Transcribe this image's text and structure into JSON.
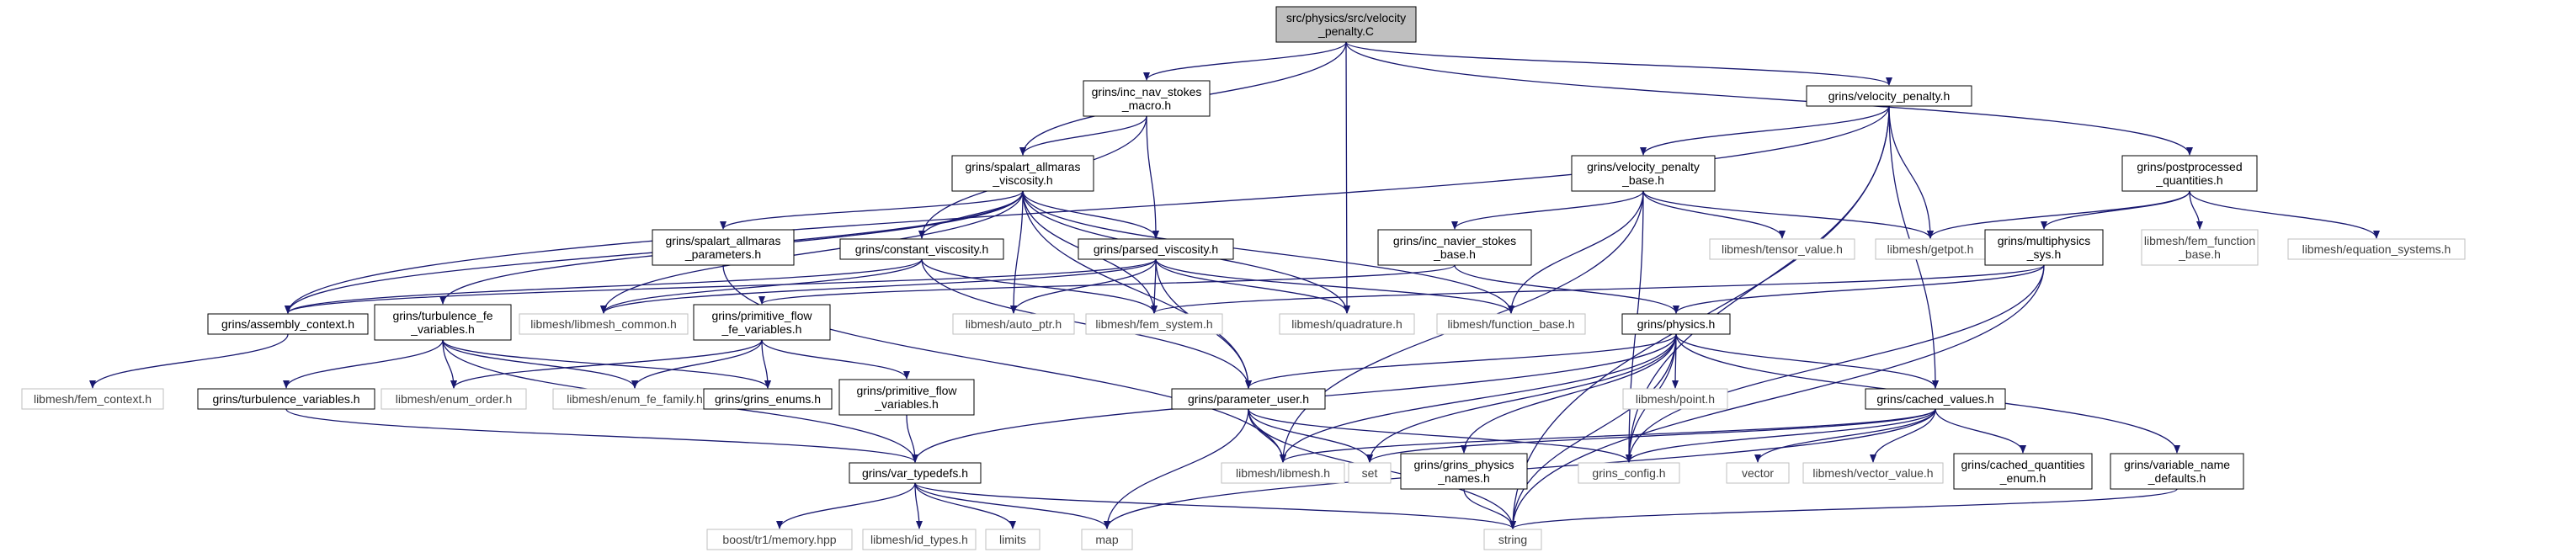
{
  "colors": {
    "edge": "#191970",
    "box_border": "#000000",
    "box_border_external": "#bfbfbf",
    "root_fill": "#bfbfbf",
    "box_fill": "#ffffff",
    "text_local": "#000000",
    "text_external": "#404040"
  },
  "nodes": [
    {
      "id": "root",
      "lines": [
        "src/physics/src/velocity",
        "_penalty.C"
      ],
      "kind": "root"
    },
    {
      "id": "inc_nav_macro",
      "lines": [
        "grins/inc_nav_stokes",
        "_macro.h"
      ],
      "kind": "local"
    },
    {
      "id": "velocity_penalty_h",
      "lines": [
        "grins/velocity_penalty.h"
      ],
      "kind": "local"
    },
    {
      "id": "postprocessed",
      "lines": [
        "grins/postprocessed",
        "_quantities.h"
      ],
      "kind": "local"
    },
    {
      "id": "spalart_visc",
      "lines": [
        "grins/spalart_allmaras",
        "_viscosity.h"
      ],
      "kind": "local"
    },
    {
      "id": "vp_base",
      "lines": [
        "grins/velocity_penalty",
        "_base.h"
      ],
      "kind": "local"
    },
    {
      "id": "spalart_params",
      "lines": [
        "grins/spalart_allmaras",
        "_parameters.h"
      ],
      "kind": "local"
    },
    {
      "id": "constant_visc",
      "lines": [
        "grins/constant_viscosity.h"
      ],
      "kind": "local"
    },
    {
      "id": "parsed_visc",
      "lines": [
        "grins/parsed_viscosity.h"
      ],
      "kind": "local"
    },
    {
      "id": "inc_ns_base",
      "lines": [
        "grins/inc_navier_stokes",
        "_base.h"
      ],
      "kind": "local"
    },
    {
      "id": "tensor_value",
      "lines": [
        "libmesh/tensor_value.h"
      ],
      "kind": "external"
    },
    {
      "id": "getpot",
      "lines": [
        "libmesh/getpot.h"
      ],
      "kind": "external"
    },
    {
      "id": "multiphysics",
      "lines": [
        "grins/multiphysics",
        "_sys.h"
      ],
      "kind": "local"
    },
    {
      "id": "fem_function",
      "lines": [
        "libmesh/fem_function",
        "_base.h"
      ],
      "kind": "external"
    },
    {
      "id": "equation_systems",
      "lines": [
        "libmesh/equation_systems.h"
      ],
      "kind": "external"
    },
    {
      "id": "assembly",
      "lines": [
        "grins/assembly_context.h"
      ],
      "kind": "local"
    },
    {
      "id": "turb_fe",
      "lines": [
        "grins/turbulence_fe",
        "_variables.h"
      ],
      "kind": "local"
    },
    {
      "id": "libmesh_common",
      "lines": [
        "libmesh/libmesh_common.h"
      ],
      "kind": "external"
    },
    {
      "id": "prim_fe",
      "lines": [
        "grins/primitive_flow",
        "_fe_variables.h"
      ],
      "kind": "local"
    },
    {
      "id": "auto_ptr",
      "lines": [
        "libmesh/auto_ptr.h"
      ],
      "kind": "external"
    },
    {
      "id": "fem_system",
      "lines": [
        "libmesh/fem_system.h"
      ],
      "kind": "external"
    },
    {
      "id": "quadrature",
      "lines": [
        "libmesh/quadrature.h"
      ],
      "kind": "external"
    },
    {
      "id": "function_base",
      "lines": [
        "libmesh/function_base.h"
      ],
      "kind": "external"
    },
    {
      "id": "physics",
      "lines": [
        "grins/physics.h"
      ],
      "kind": "local"
    },
    {
      "id": "fem_context",
      "lines": [
        "libmesh/fem_context.h"
      ],
      "kind": "external"
    },
    {
      "id": "turb_vars",
      "lines": [
        "grins/turbulence_variables.h"
      ],
      "kind": "local"
    },
    {
      "id": "enum_order",
      "lines": [
        "libmesh/enum_order.h"
      ],
      "kind": "external"
    },
    {
      "id": "enum_fe_family",
      "lines": [
        "libmesh/enum_fe_family.h"
      ],
      "kind": "external"
    },
    {
      "id": "grins_enums",
      "lines": [
        "grins/grins_enums.h"
      ],
      "kind": "local"
    },
    {
      "id": "prim_vars",
      "lines": [
        "grins/primitive_flow",
        "_variables.h"
      ],
      "kind": "local"
    },
    {
      "id": "param_user",
      "lines": [
        "grins/parameter_user.h"
      ],
      "kind": "local"
    },
    {
      "id": "point",
      "lines": [
        "libmesh/point.h"
      ],
      "kind": "external"
    },
    {
      "id": "cached_values",
      "lines": [
        "grins/cached_values.h"
      ],
      "kind": "local"
    },
    {
      "id": "var_typedefs",
      "lines": [
        "grins/var_typedefs.h"
      ],
      "kind": "local"
    },
    {
      "id": "libmesh_h",
      "lines": [
        "libmesh/libmesh.h"
      ],
      "kind": "external"
    },
    {
      "id": "set",
      "lines": [
        "set"
      ],
      "kind": "external"
    },
    {
      "id": "physics_names",
      "lines": [
        "grins/grins_physics",
        "_names.h"
      ],
      "kind": "local"
    },
    {
      "id": "grins_config",
      "lines": [
        "grins_config.h"
      ],
      "kind": "external"
    },
    {
      "id": "vector",
      "lines": [
        "vector"
      ],
      "kind": "external"
    },
    {
      "id": "vector_value",
      "lines": [
        "libmesh/vector_value.h"
      ],
      "kind": "external"
    },
    {
      "id": "cached_enum",
      "lines": [
        "grins/cached_quantities",
        "_enum.h"
      ],
      "kind": "local"
    },
    {
      "id": "var_name_defaults",
      "lines": [
        "grins/variable_name",
        "_defaults.h"
      ],
      "kind": "local"
    },
    {
      "id": "boost_memory",
      "lines": [
        "boost/tr1/memory.hpp"
      ],
      "kind": "external"
    },
    {
      "id": "id_types",
      "lines": [
        "libmesh/id_types.h"
      ],
      "kind": "external"
    },
    {
      "id": "limits",
      "lines": [
        "limits"
      ],
      "kind": "external"
    },
    {
      "id": "map",
      "lines": [
        "map"
      ],
      "kind": "external"
    },
    {
      "id": "string",
      "lines": [
        "string"
      ],
      "kind": "external"
    }
  ],
  "edges": [
    [
      "root",
      "inc_nav_macro"
    ],
    [
      "root",
      "velocity_penalty_h"
    ],
    [
      "root",
      "postprocessed"
    ],
    [
      "root",
      "spalart_visc"
    ],
    [
      "root",
      "quadrature"
    ],
    [
      "inc_nav_macro",
      "spalart_visc"
    ],
    [
      "inc_nav_macro",
      "constant_visc"
    ],
    [
      "inc_nav_macro",
      "parsed_visc"
    ],
    [
      "velocity_penalty_h",
      "vp_base"
    ],
    [
      "velocity_penalty_h",
      "assembly"
    ],
    [
      "velocity_penalty_h",
      "getpot"
    ],
    [
      "velocity_penalty_h",
      "grins_config"
    ],
    [
      "velocity_penalty_h",
      "cached_values"
    ],
    [
      "velocity_penalty_h",
      "string"
    ],
    [
      "postprocessed",
      "getpot"
    ],
    [
      "postprocessed",
      "multiphysics"
    ],
    [
      "postprocessed",
      "fem_function"
    ],
    [
      "postprocessed",
      "equation_systems"
    ],
    [
      "spalart_visc",
      "assembly"
    ],
    [
      "spalart_visc",
      "turb_fe"
    ],
    [
      "spalart_visc",
      "libmesh_common"
    ],
    [
      "spalart_visc",
      "spalart_params"
    ],
    [
      "spalart_visc",
      "constant_visc"
    ],
    [
      "spalart_visc",
      "parsed_visc"
    ],
    [
      "spalart_visc",
      "auto_ptr"
    ],
    [
      "spalart_visc",
      "fem_system"
    ],
    [
      "spalart_visc",
      "quadrature"
    ],
    [
      "spalart_visc",
      "function_base"
    ],
    [
      "spalart_visc",
      "param_user"
    ],
    [
      "vp_base",
      "inc_ns_base"
    ],
    [
      "vp_base",
      "tensor_value"
    ],
    [
      "vp_base",
      "getpot"
    ],
    [
      "vp_base",
      "function_base"
    ],
    [
      "vp_base",
      "grins_config"
    ],
    [
      "vp_base",
      "libmesh_h"
    ],
    [
      "spalart_params",
      "libmesh_h"
    ],
    [
      "constant_visc",
      "assembly"
    ],
    [
      "constant_visc",
      "libmesh_common"
    ],
    [
      "constant_visc",
      "fem_system"
    ],
    [
      "constant_visc",
      "param_user"
    ],
    [
      "parsed_visc",
      "assembly"
    ],
    [
      "parsed_visc",
      "libmesh_common"
    ],
    [
      "parsed_visc",
      "auto_ptr"
    ],
    [
      "parsed_visc",
      "fem_system"
    ],
    [
      "parsed_visc",
      "quadrature"
    ],
    [
      "parsed_visc",
      "function_base"
    ],
    [
      "parsed_visc",
      "param_user"
    ],
    [
      "inc_ns_base",
      "prim_fe"
    ],
    [
      "inc_ns_base",
      "physics"
    ],
    [
      "multiphysics",
      "physics"
    ],
    [
      "multiphysics",
      "fem_system"
    ],
    [
      "multiphysics",
      "grins_config"
    ],
    [
      "multiphysics",
      "string"
    ],
    [
      "turb_fe",
      "turb_vars"
    ],
    [
      "turb_fe",
      "enum_order"
    ],
    [
      "turb_fe",
      "enum_fe_family"
    ],
    [
      "turb_fe",
      "grins_enums"
    ],
    [
      "turb_fe",
      "var_typedefs"
    ],
    [
      "prim_fe",
      "prim_vars"
    ],
    [
      "prim_fe",
      "enum_order"
    ],
    [
      "prim_fe",
      "enum_fe_family"
    ],
    [
      "prim_fe",
      "grins_enums"
    ],
    [
      "physics",
      "point"
    ],
    [
      "physics",
      "cached_values"
    ],
    [
      "physics",
      "param_user"
    ],
    [
      "physics",
      "var_typedefs"
    ],
    [
      "physics",
      "libmesh_h"
    ],
    [
      "physics",
      "set"
    ],
    [
      "physics",
      "physics_names"
    ],
    [
      "physics",
      "grins_config"
    ],
    [
      "physics",
      "var_name_defaults"
    ],
    [
      "physics",
      "string"
    ],
    [
      "assembly",
      "fem_context"
    ],
    [
      "turb_vars",
      "var_typedefs"
    ],
    [
      "prim_vars",
      "var_typedefs"
    ],
    [
      "param_user",
      "libmesh_h"
    ],
    [
      "param_user",
      "set"
    ],
    [
      "param_user",
      "grins_config"
    ],
    [
      "param_user",
      "map"
    ],
    [
      "param_user",
      "string"
    ],
    [
      "cached_values",
      "libmesh_h"
    ],
    [
      "cached_values",
      "set"
    ],
    [
      "cached_values",
      "vector"
    ],
    [
      "cached_values",
      "vector_value"
    ],
    [
      "cached_values",
      "cached_enum"
    ],
    [
      "cached_values",
      "grins_config"
    ],
    [
      "cached_values",
      "map"
    ],
    [
      "var_typedefs",
      "boost_memory"
    ],
    [
      "var_typedefs",
      "id_types"
    ],
    [
      "var_typedefs",
      "limits"
    ],
    [
      "var_typedefs",
      "map"
    ],
    [
      "var_typedefs",
      "string"
    ],
    [
      "physics_names",
      "string"
    ],
    [
      "var_name_defaults",
      "string"
    ]
  ]
}
